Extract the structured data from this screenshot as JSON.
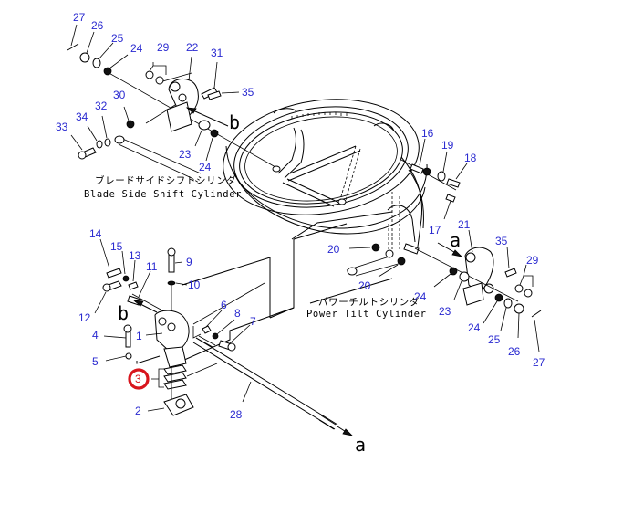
{
  "diagram": {
    "type": "exploded-parts-diagram",
    "highlight_color": "#d8151d",
    "label_color": "#2a2ad0",
    "highlighted_part": "3",
    "captions": {
      "blade_side_shift_jp": "ブレードサイドシフトシリンダ",
      "blade_side_shift_en": "Blade Side Shift Cylinder",
      "power_tilt_jp": "パワーチルトシリンダ",
      "power_tilt_en": "Power Tilt Cylinder"
    },
    "reference_letters": {
      "b_upper": "b",
      "b_lower": "b",
      "a_right": "a",
      "a_bottom": "a"
    },
    "labels": {
      "l27_tl": "27",
      "l26_tl": "26",
      "l25_tl": "25",
      "l24_tl": "24",
      "l29_tl": "29",
      "l22": "22",
      "l31": "31",
      "l35_tl": "35",
      "l30": "30",
      "l32": "32",
      "l34": "34",
      "l33": "33",
      "l23_tl": "23",
      "l24_tl2": "24",
      "l16": "16",
      "l19": "19",
      "l18": "18",
      "l17": "17",
      "l20_a": "20",
      "l20_b": "20",
      "l21": "21",
      "l35_r": "35",
      "l29_r": "29",
      "l24_r1": "24",
      "l23_r": "23",
      "l24_r2": "24",
      "l25_r": "25",
      "l26_r": "26",
      "l27_r": "27",
      "l14": "14",
      "l15": "15",
      "l13": "13",
      "l11": "11",
      "l9": "9",
      "l10": "10",
      "l12": "12",
      "l1": "1",
      "l4": "4",
      "l5": "5",
      "l6": "6",
      "l8": "8",
      "l7": "7",
      "l3": "3",
      "l2": "2",
      "l28": "28"
    }
  }
}
